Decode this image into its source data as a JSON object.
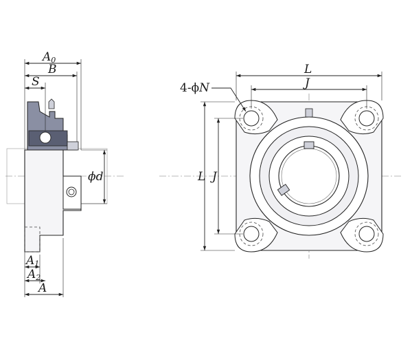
{
  "side_view": {
    "labels": {
      "A0_main": "A",
      "A0_sub": "0",
      "B": "B",
      "S": "S",
      "phi_d": "ϕd",
      "A1_main": "A",
      "A1_sub": "1",
      "A2_main": "A",
      "A2_sub": "2",
      "A": "A"
    }
  },
  "front_view": {
    "labels": {
      "L_top": "L",
      "J_top": "J",
      "bolt_note_prefix": "4-ϕ",
      "bolt_note_N": "N",
      "L_left": "L",
      "J_left": "J"
    }
  },
  "colors": {
    "line": "#222222",
    "housing_fill": "#f5f5f7",
    "bearing_fill": "#5a5f73",
    "centerline": "#777777"
  }
}
